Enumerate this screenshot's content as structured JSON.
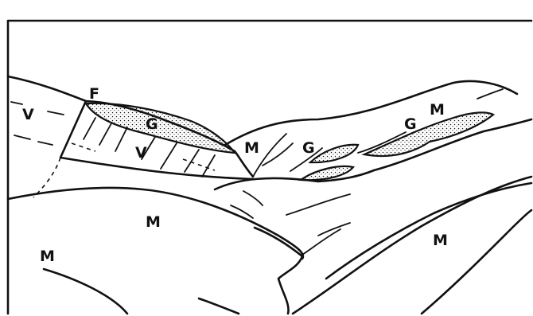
{
  "labels": {
    "fault": "F",
    "volcanics_left": "V",
    "volcanics_lower": "V",
    "gravel_upper": "G",
    "gravel_mid": "G",
    "gravel_right": "G",
    "meta_right_top": "M",
    "meta_center": "M",
    "meta_big": "M",
    "meta_left": "M",
    "meta_right_low": "M"
  },
  "colors": {
    "ink": "#111111",
    "paper": "#ffffff"
  }
}
